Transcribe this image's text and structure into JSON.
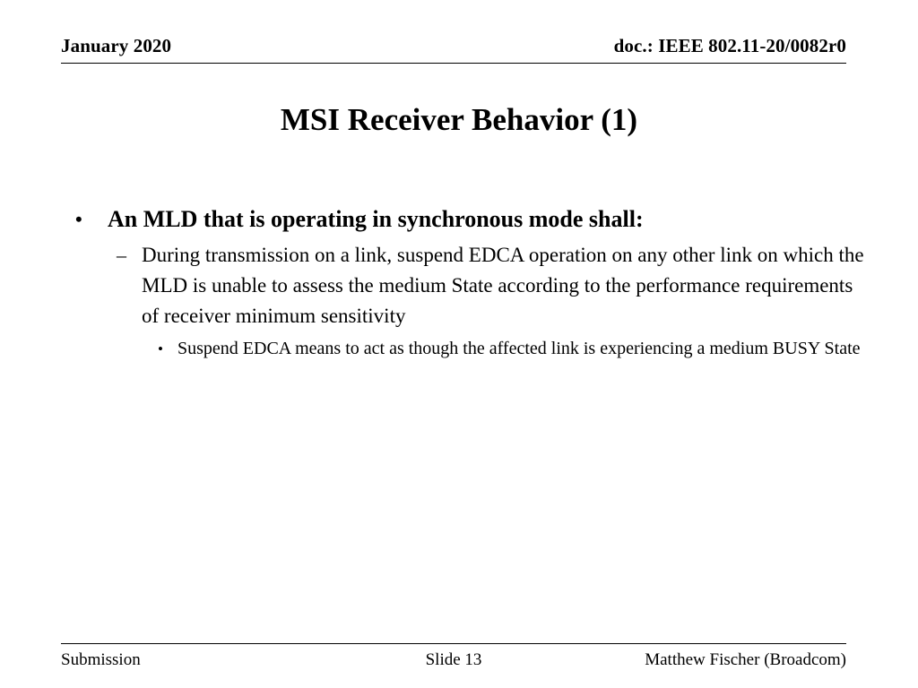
{
  "header": {
    "date": "January 2020",
    "doc": "doc.: IEEE 802.11-20/0082r0"
  },
  "title": "MSI Receiver Behavior (1)",
  "content": {
    "bullets": [
      {
        "level": 1,
        "marker": "•",
        "text": "An MLD that is operating in synchronous mode shall:"
      },
      {
        "level": 2,
        "marker": "–",
        "text": "During transmission on a link, suspend EDCA operation on any other link on which the MLD is unable to assess the medium State according to the performance requirements of receiver minimum sensitivity"
      },
      {
        "level": 3,
        "marker": "•",
        "text": "Suspend EDCA means to act as though the affected link is experiencing a medium BUSY State"
      }
    ]
  },
  "footer": {
    "left": "Submission",
    "center": "Slide 13",
    "right": "Matthew Fischer (Broadcom)"
  },
  "colors": {
    "text": "#000000",
    "background": "#ffffff",
    "rule": "#000000"
  }
}
